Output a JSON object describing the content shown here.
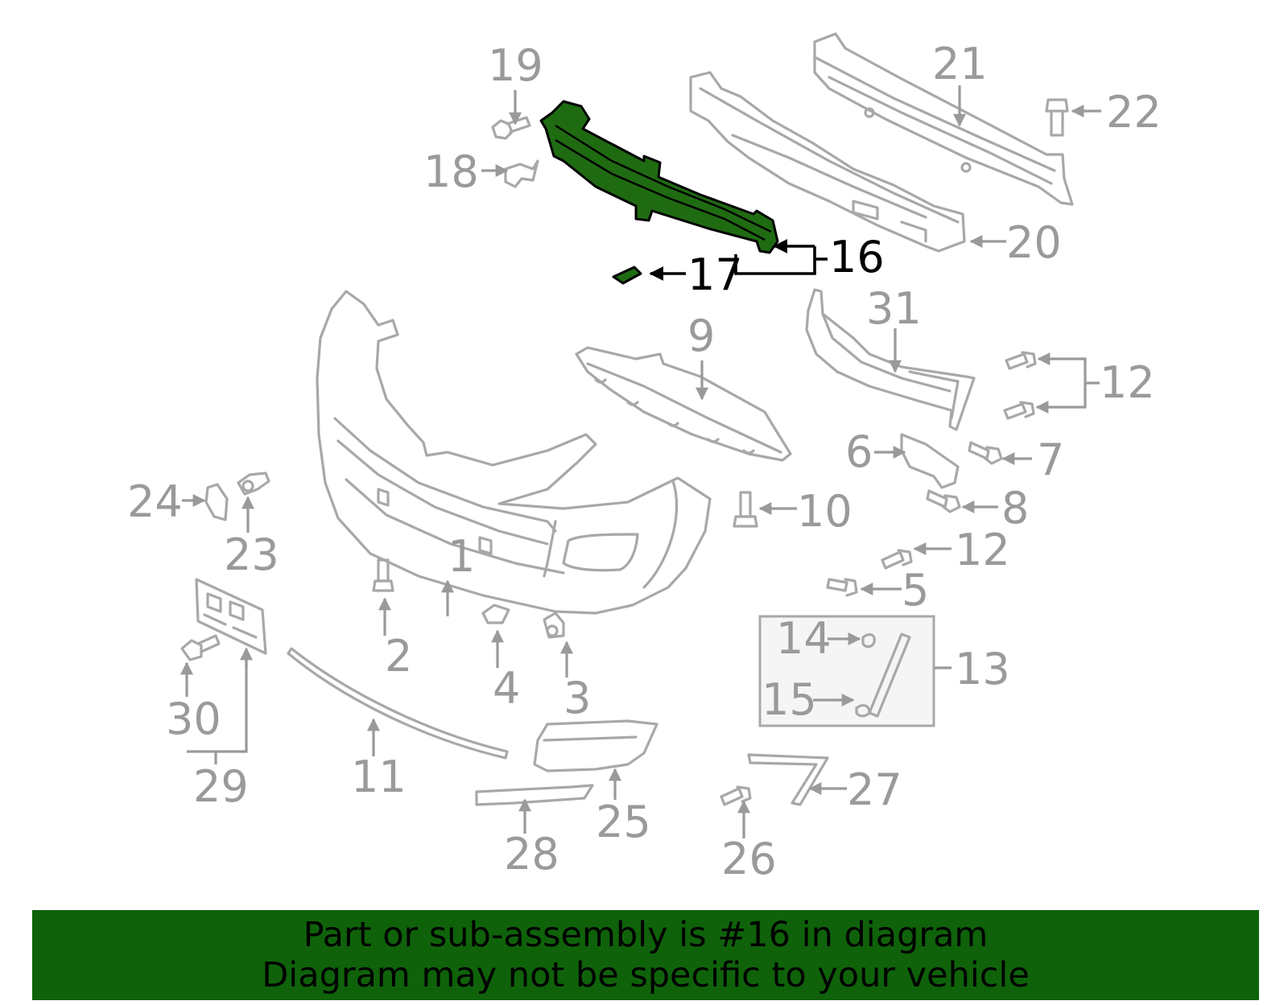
{
  "diagram": {
    "highlight_color": "#1f6b12",
    "part_color": "#a8a8a8",
    "highlighted_callout": "16",
    "callouts": [
      "1",
      "2",
      "3",
      "4",
      "5",
      "6",
      "7",
      "8",
      "9",
      "10",
      "11",
      "12",
      "12",
      "13",
      "14",
      "15",
      "16",
      "17",
      "18",
      "19",
      "20",
      "21",
      "22",
      "23",
      "24",
      "25",
      "26",
      "27",
      "28",
      "29",
      "30",
      "31"
    ]
  },
  "banner": {
    "line1": "Part or sub-assembly is #16 in diagram",
    "line2": "Diagram may not be specific to your vehicle",
    "background": "#0f620a"
  }
}
